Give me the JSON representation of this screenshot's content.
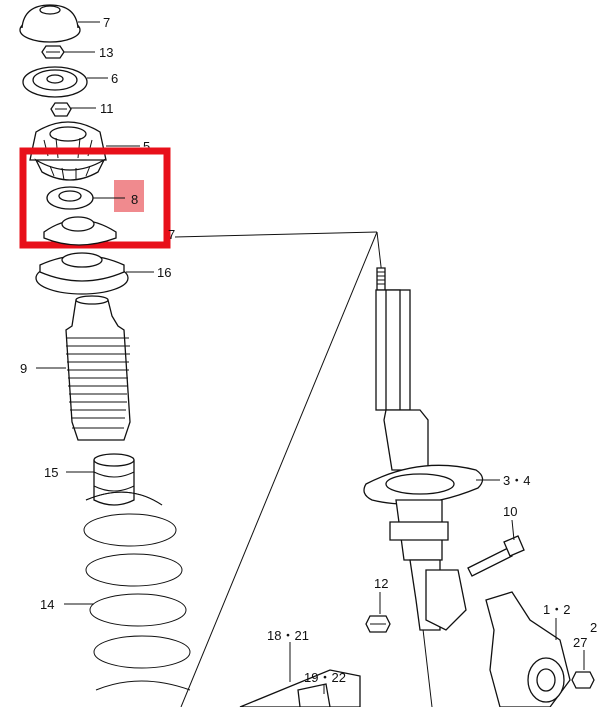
{
  "callouts": {
    "p7_top": "7",
    "p13": "13",
    "p6": "6",
    "p11": "11",
    "p5": "5",
    "p8": "8",
    "p7_low": "7",
    "p16": "16",
    "p9": "9",
    "p15": "15",
    "p14": "14",
    "p10": "10",
    "p3_4": "3・4",
    "p12": "12",
    "p1_2": "1・2",
    "p27": "27",
    "p2x": "2",
    "p18_21": "18・21",
    "p19_22": "19・22"
  },
  "colors": {
    "highlight_box": "#e8101a",
    "highlight_fill": "#f08a8e",
    "line": "#111111"
  }
}
